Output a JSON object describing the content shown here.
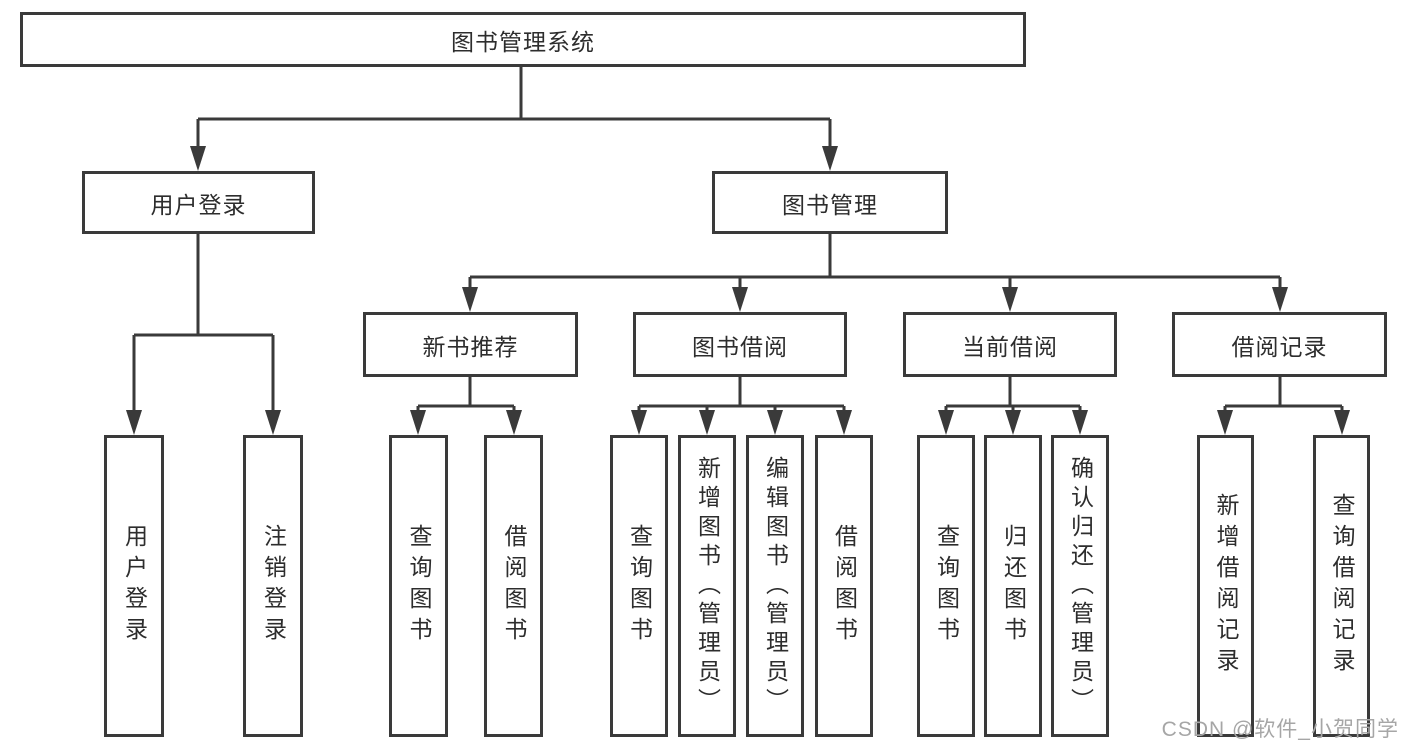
{
  "diagram": {
    "root": {
      "label": "图书管理系统"
    },
    "level2": {
      "user_login_branch": {
        "label": "用户登录"
      },
      "book_mgmt_branch": {
        "label": "图书管理"
      }
    },
    "level3": {
      "new_book": {
        "label": "新书推荐"
      },
      "book_borrow": {
        "label": "图书借阅"
      },
      "current_borrow": {
        "label": "当前借阅"
      },
      "borrow_record": {
        "label": "借阅记录"
      }
    },
    "leaves": {
      "user_login": "用户登录",
      "logout_login": "注销登录",
      "nb_query_book": "查询图书",
      "nb_borrow_book": "借阅图书",
      "bb_query_book": "查询图书",
      "bb_add_book_admin": "新增图书（管理员）",
      "bb_edit_book_admin": "编辑图书（管理员）",
      "bb_borrow_book": "借阅图书",
      "cb_query_book": "查询图书",
      "cb_return_book": "归还图书",
      "cb_confirm_return_admin": "确认归还（管理员）",
      "br_add_record": "新增借阅记录",
      "br_query_record": "查询借阅记录"
    },
    "colors": {
      "line": "#3a3a3a",
      "text": "#2d2d2d",
      "watermark": "#a6a6a6",
      "background": "#ffffff"
    }
  },
  "watermark": {
    "text": "CSDN @软件_小贺同学"
  }
}
